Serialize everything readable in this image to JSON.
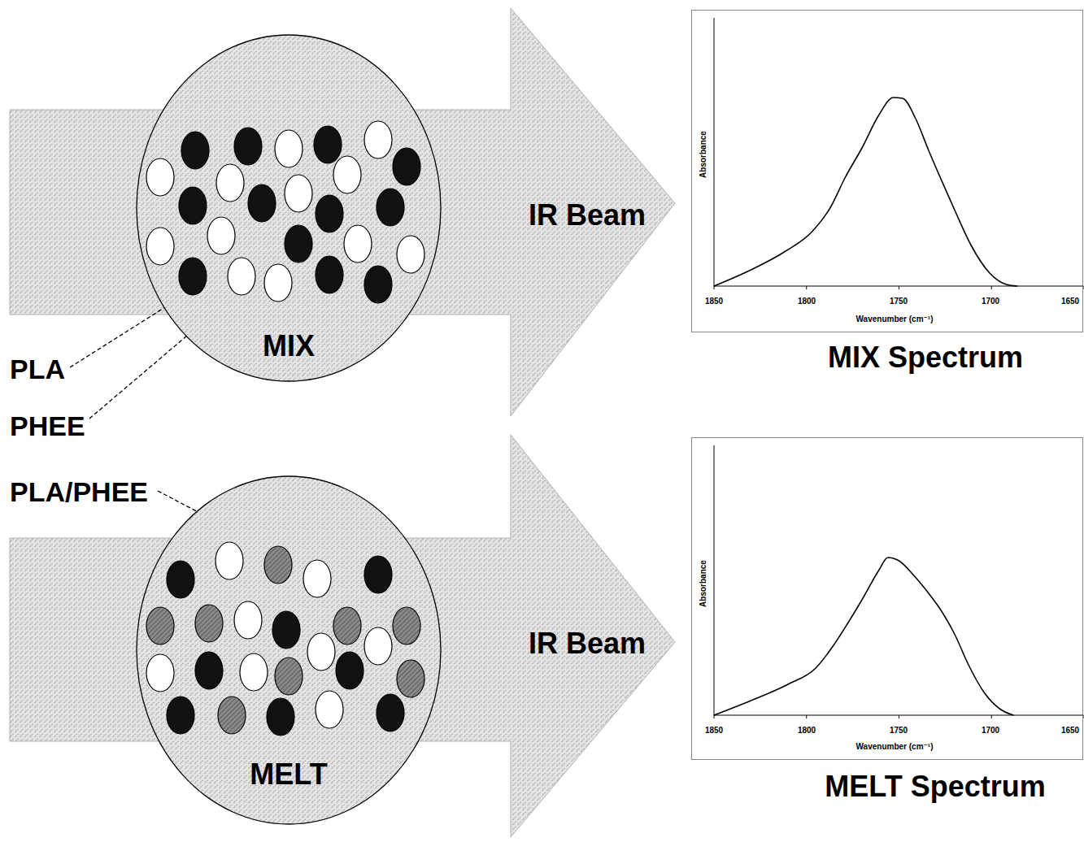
{
  "diagram": {
    "nodes": [
      {
        "text": [
          "MIX"
        ]
      },
      {
        "text": [
          "MELT"
        ]
      }
    ],
    "labels": [
      "PLA",
      "PHEE",
      "PLA/PHEE",
      "IR Beam",
      "IR Beam",
      "Absorbance",
      "1850",
      "1800",
      "1750",
      "1700",
      "1650",
      "Wavenumber (cm⁻¹)",
      "MIX Spectrum",
      "Absorbance",
      "1850",
      "1800",
      "1750",
      "1700",
      "1650",
      "Wavenumber (cm⁻¹)",
      "MELT Spectrum"
    ]
  }
}
